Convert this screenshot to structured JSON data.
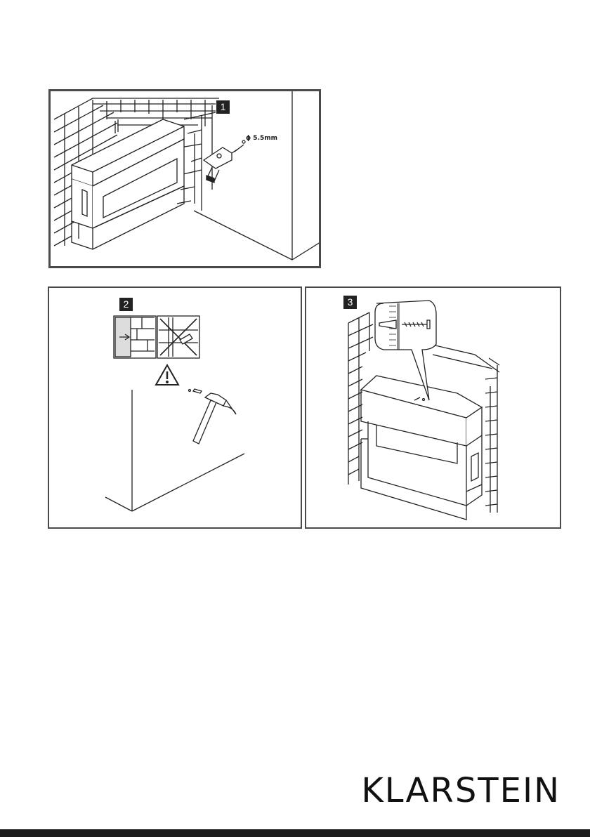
{
  "steps": [
    {
      "number": "1",
      "label": "ϕ 5.5mm"
    },
    {
      "number": "2"
    },
    {
      "number": "3"
    }
  ],
  "brand": "KLARSTEIN",
  "colors": {
    "line": "#222222",
    "panel_border": "#4a4a4a",
    "footer": "#1d1d1d"
  },
  "icons": [
    "drill-icon",
    "hammer-icon",
    "warning-icon",
    "wall-plug-icon",
    "screw-icon",
    "brick-wall",
    "fireplace-unit"
  ]
}
